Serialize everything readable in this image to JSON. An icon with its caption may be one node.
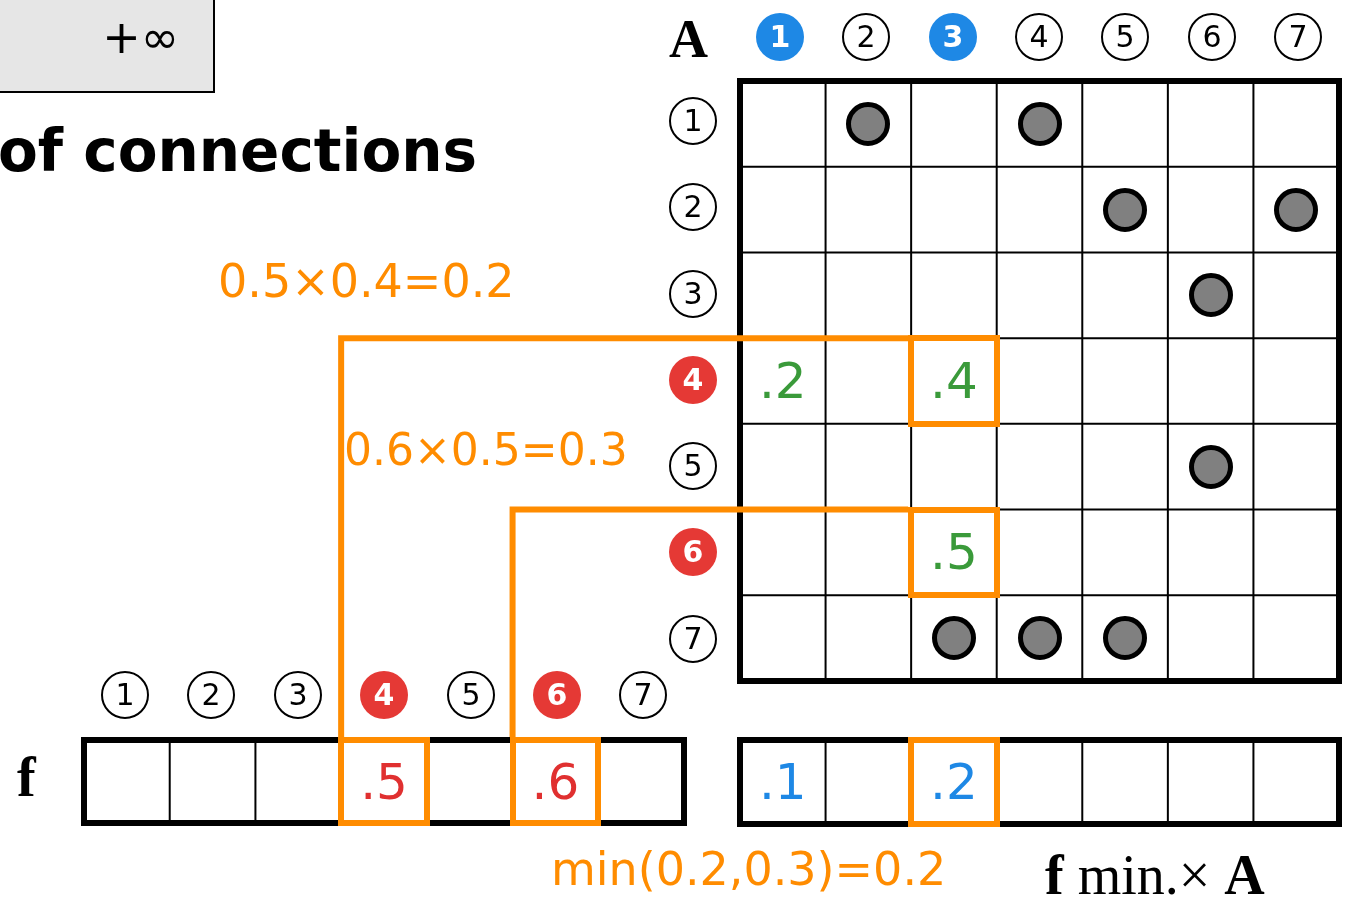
{
  "diagram": {
    "nodes": [
      {
        "text": [
          "+∞"
        ]
      },
      {
        "text": [
          "A"
        ]
      },
      {
        "text": [
          "f"
        ]
      },
      {
        "text": [
          "**f** min.× **A**"
        ]
      },
      {
        "text": [
          ".2"
        ],
        "in": 1
      },
      {
        "text": [
          ".4"
        ],
        "in": 1
      },
      {
        "text": [
          ".5"
        ],
        "in": 1
      },
      {
        "text": [
          ".5"
        ],
        "in": 2
      },
      {
        "text": [
          ".6"
        ],
        "in": 2
      },
      {
        "text": [
          ".1"
        ],
        "in": 3
      },
      {
        "text": [
          ".2"
        ],
        "in": 3
      },
      {
        "text": [],
        "shape": "circle",
        "in": 1
      },
      {
        "text": [],
        "shape": "circle",
        "in": 1
      },
      {
        "text": [],
        "shape": "circle",
        "in": 1
      },
      {
        "text": [],
        "shape": "circle",
        "in": 1
      },
      {
        "text": [],
        "shape": "circle",
        "in": 1
      },
      {
        "text": [],
        "shape": "circle",
        "in": 1
      },
      {
        "text": [],
        "shape": "circle",
        "in": 1
      },
      {
        "text": [],
        "shape": "circle",
        "in": 1
      },
      {
        "text": [],
        "shape": "circle",
        "in": 1
      }
    ],
    "edges": [
      {
        "from": 7,
        "to": 5,
        "arrow": "none"
      },
      {
        "from": 8,
        "to": 6,
        "arrow": "none"
      }
    ],
    "labels": [
      "1",
      "2",
      "3",
      "4",
      "5",
      "6",
      "7",
      "of connections",
      "0.5×0.4=0.2",
      "1",
      "2",
      "3",
      "4",
      "5",
      "6",
      "7",
      "0.6×0.5=0.3",
      "1",
      "2",
      "3",
      "4",
      "5",
      "6",
      "7",
      "min(0.2,0.3)=0.2"
    ]
  }
}
